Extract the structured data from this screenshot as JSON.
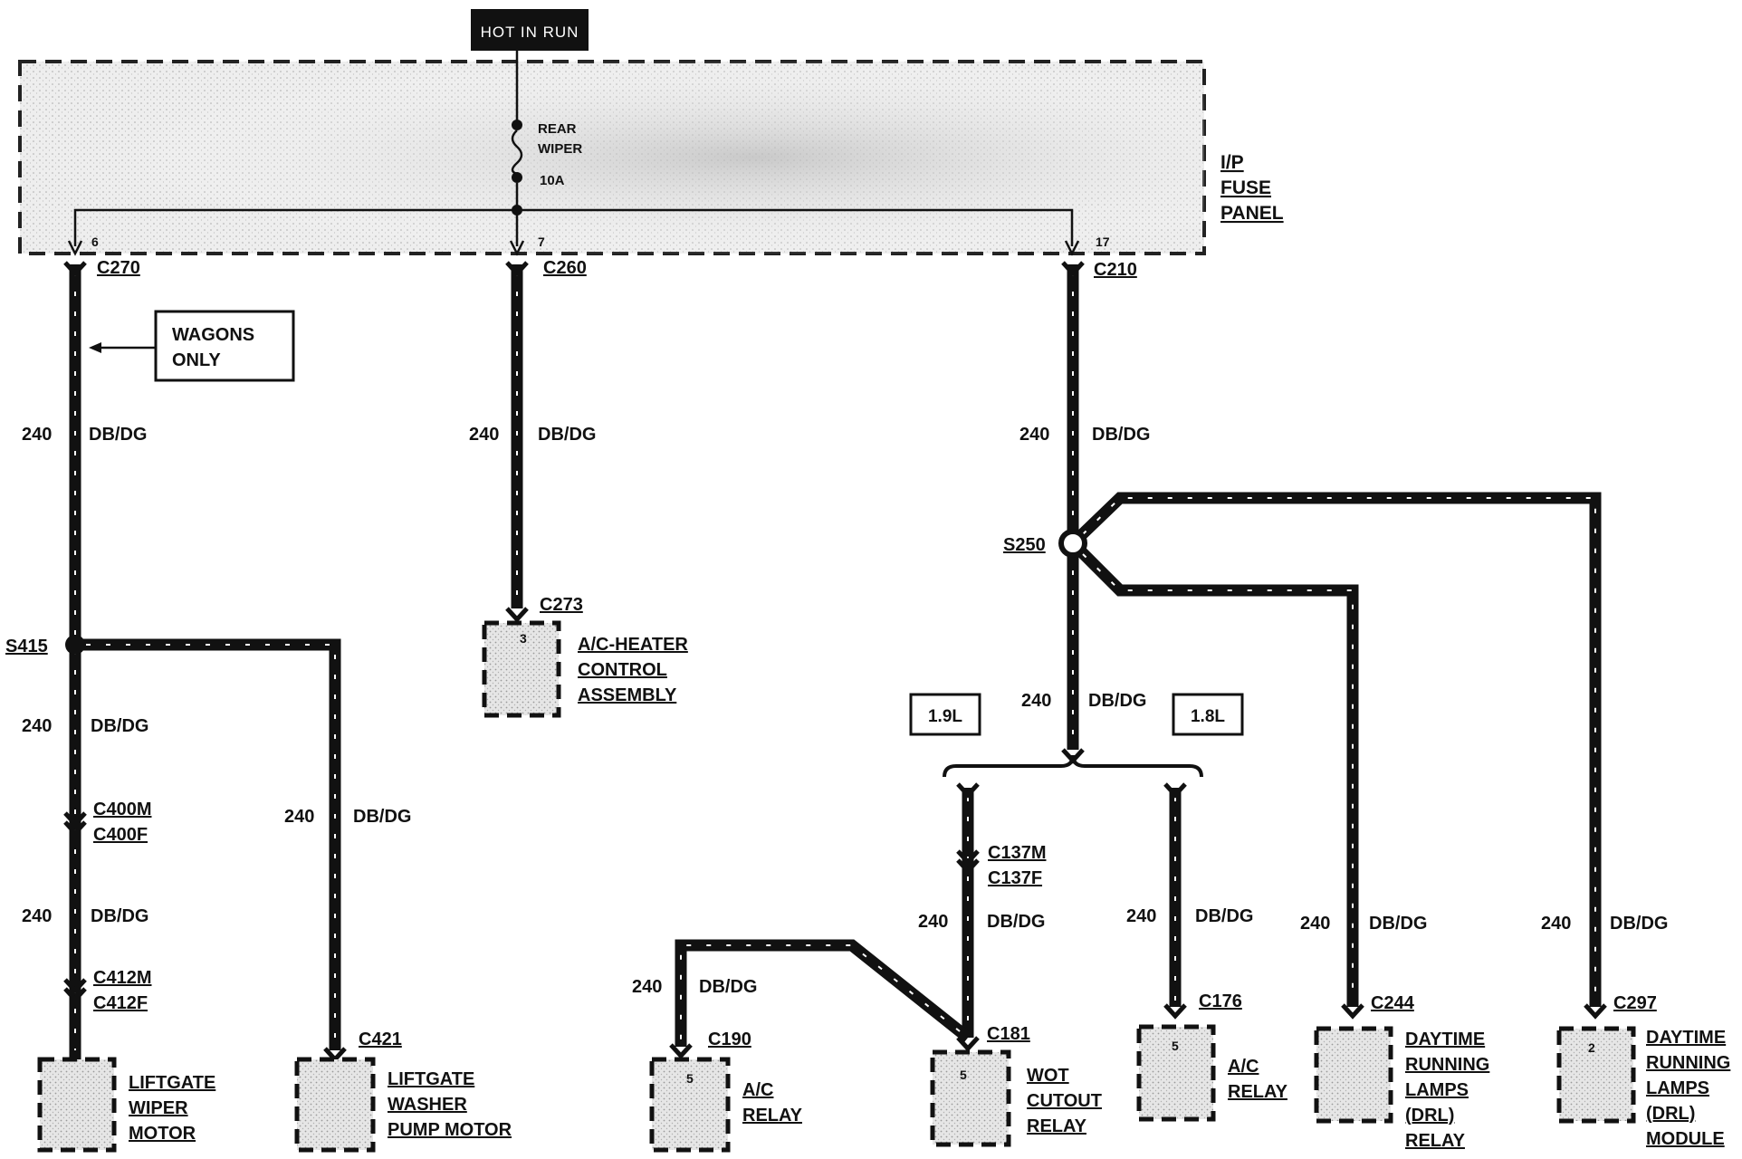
{
  "power": {
    "label": "HOT IN RUN"
  },
  "fuse_panel": {
    "name_line1": "I/P",
    "name_line2": "FUSE",
    "name_line3": "PANEL",
    "fuse_line1": "REAR",
    "fuse_line2": "WIPER",
    "fuse_rating": "10A",
    "pins": [
      "6",
      "7",
      "17"
    ]
  },
  "connectors": {
    "c270": "C270",
    "c260": "C260",
    "c210": "C210",
    "c273": "C273",
    "c400m": "C400M",
    "c400f": "C400F",
    "c412m": "C412M",
    "c412f": "C412F",
    "c421": "C421",
    "c137m": "C137M",
    "c137f": "C137F",
    "c190": "C190",
    "c181": "C181",
    "c176": "C176",
    "c244": "C244",
    "c297": "C297"
  },
  "splices": {
    "s415": "S415",
    "s250": "S250"
  },
  "wire": {
    "circuit": "240",
    "color": "DB/DG"
  },
  "notes": {
    "wagons_line1": "WAGONS",
    "wagons_line2": "ONLY",
    "engine_19": "1.9L",
    "engine_18": "1.8L"
  },
  "components": {
    "ac_heater": {
      "pin": "3",
      "line1": "A/C-HEATER",
      "line2": "CONTROL",
      "line3": "ASSEMBLY"
    },
    "liftgate_wiper": {
      "line1": "LIFTGATE",
      "line2": "WIPER",
      "line3": "MOTOR"
    },
    "liftgate_washer": {
      "line1": "LIFTGATE",
      "line2": "WASHER",
      "line3": "PUMP MOTOR"
    },
    "ac_relay_190": {
      "pin": "5",
      "line1": "A/C",
      "line2": "RELAY"
    },
    "wot_relay": {
      "pin": "5",
      "line1": "WOT",
      "line2": "CUTOUT",
      "line3": "RELAY"
    },
    "ac_relay_176": {
      "pin": "5",
      "line1": "A/C",
      "line2": "RELAY"
    },
    "drl_relay": {
      "line1": "DAYTIME",
      "line2": "RUNNING",
      "line3": "LAMPS",
      "line4": "(DRL)",
      "line5": "RELAY"
    },
    "drl_module": {
      "pin": "2",
      "line1": "DAYTIME",
      "line2": "RUNNING",
      "line3": "LAMPS",
      "line4": "(DRL)",
      "line5": "MODULE"
    }
  }
}
